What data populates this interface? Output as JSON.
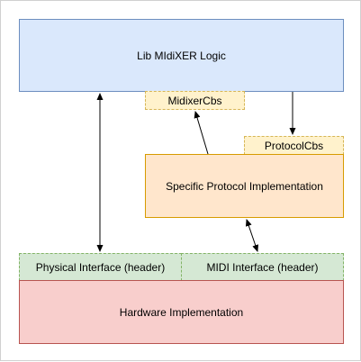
{
  "nodes": {
    "lib_logic": "Lib MIdiXER Logic",
    "midixer_cbs": "MidixerCbs",
    "protocol_cbs": "ProtocolCbs",
    "specific_protocol": "Specific Protocol Implementation",
    "physical_interface": "Physical Interface (header)",
    "midi_interface": "MIDI Interface (header)",
    "hardware": "Hardware Implementation"
  },
  "colors": {
    "logic_fill": "#dae8fc",
    "logic_stroke": "#6c8ebf",
    "callback_fill": "#fff2cc",
    "callback_stroke": "#d6b656",
    "protocol_fill": "#ffe6cc",
    "protocol_stroke": "#d79b00",
    "interface_fill": "#d5e8d4",
    "interface_stroke": "#82b366",
    "hardware_fill": "#f8cecc",
    "hardware_stroke": "#b85450",
    "edge": "#000000"
  }
}
